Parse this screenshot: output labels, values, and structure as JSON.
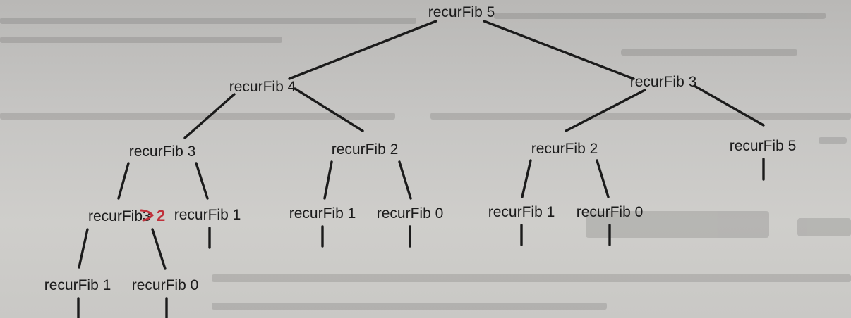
{
  "diagram": {
    "type": "recursion-tree",
    "nodes": [
      {
        "id": "n0",
        "label": "recurFib 5"
      },
      {
        "id": "n1",
        "label": "recurFib 4"
      },
      {
        "id": "n2",
        "label": "recurFib 3"
      },
      {
        "id": "n3",
        "label": "recurFib 3"
      },
      {
        "id": "n4",
        "label": "recurFib 2"
      },
      {
        "id": "n5",
        "label": "recurFib 2"
      },
      {
        "id": "n6",
        "label": "recurFib 5"
      },
      {
        "id": "n7",
        "label": "recurFib"
      },
      {
        "id": "n8",
        "label": "recurFib 1"
      },
      {
        "id": "n9",
        "label": "recurFib 1"
      },
      {
        "id": "n10",
        "label": "recurFib 0"
      },
      {
        "id": "n11",
        "label": "recurFib 1"
      },
      {
        "id": "n12",
        "label": "recurFib 0"
      },
      {
        "id": "n13",
        "label": "recurFib 1"
      },
      {
        "id": "n14",
        "label": "recurFib 0"
      }
    ],
    "edges": [
      [
        "n0",
        "n1"
      ],
      [
        "n0",
        "n2"
      ],
      [
        "n1",
        "n3"
      ],
      [
        "n1",
        "n4"
      ],
      [
        "n2",
        "n5"
      ],
      [
        "n2",
        "n6"
      ],
      [
        "n3",
        "n7"
      ],
      [
        "n3",
        "n8"
      ],
      [
        "n4",
        "n9"
      ],
      [
        "n4",
        "n10"
      ],
      [
        "n5",
        "n11"
      ],
      [
        "n5",
        "n12"
      ],
      [
        "n7",
        "n13"
      ],
      [
        "n7",
        "n14"
      ]
    ],
    "annotation": {
      "struck_text": "3",
      "handwritten_text": "2",
      "color": "#c0303a"
    },
    "ink_color": "#1b1b1b"
  }
}
